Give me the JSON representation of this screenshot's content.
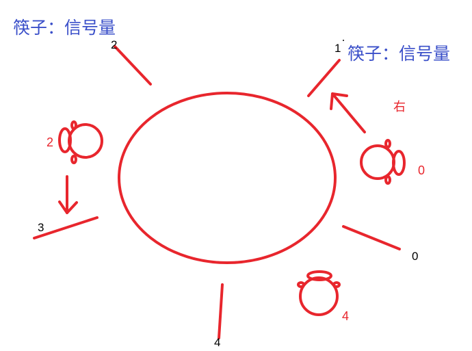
{
  "colors": {
    "stroke": "#e8262d",
    "label_blue": "#3a4fc9",
    "number": "#000000"
  },
  "labels": {
    "chopstick_semaphore_left": "筷子：信号量",
    "chopstick_semaphore_right": "筷子：信号量",
    "direction_right": "右"
  },
  "chopsticks": [
    {
      "id": "0",
      "label": "0"
    },
    {
      "id": "1",
      "label": "1"
    },
    {
      "id": "2",
      "label": "2"
    },
    {
      "id": "3",
      "label": "3"
    },
    {
      "id": "4",
      "label": "4"
    }
  ],
  "philosophers": [
    {
      "id": "0",
      "label": "0"
    },
    {
      "id": "2",
      "label": "2"
    },
    {
      "id": "4",
      "label": "4"
    }
  ]
}
